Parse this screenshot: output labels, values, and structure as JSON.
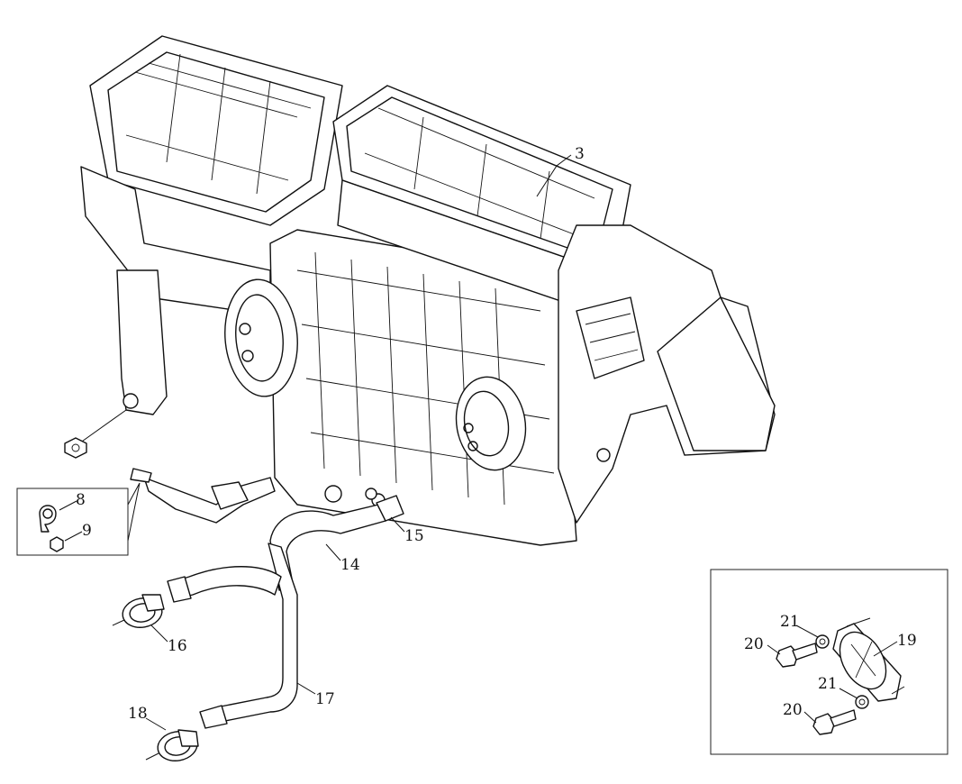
{
  "callouts": {
    "c3": "3",
    "c8": "8",
    "c9": "9",
    "c14": "14",
    "c15": "15",
    "c16": "16",
    "c17": "17",
    "c18": "18",
    "c19": "19",
    "c20a": "20",
    "c20b": "20",
    "c21a": "21",
    "c21b": "21"
  }
}
